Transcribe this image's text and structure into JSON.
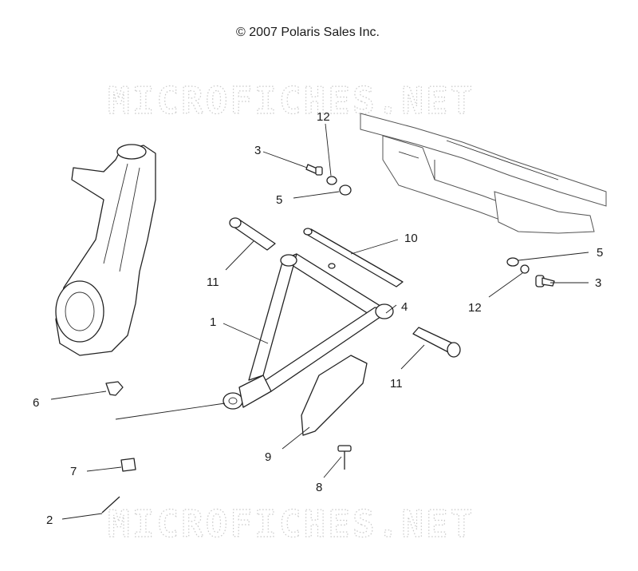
{
  "header": {
    "copyright": "© 2007 Polaris Sales Inc."
  },
  "watermark": {
    "text": "MICROFICHES.NET"
  },
  "callouts": [
    {
      "id": "c1",
      "text": "1"
    },
    {
      "id": "c2",
      "text": "2"
    },
    {
      "id": "c3a",
      "text": "3"
    },
    {
      "id": "c3b",
      "text": "3"
    },
    {
      "id": "c4",
      "text": "4"
    },
    {
      "id": "c5a",
      "text": "5"
    },
    {
      "id": "c5b",
      "text": "5"
    },
    {
      "id": "c6",
      "text": "6"
    },
    {
      "id": "c7",
      "text": "7"
    },
    {
      "id": "c8",
      "text": "8"
    },
    {
      "id": "c9",
      "text": "9"
    },
    {
      "id": "c10",
      "text": "10"
    },
    {
      "id": "c11a",
      "text": "11"
    },
    {
      "id": "c11b",
      "text": "11"
    },
    {
      "id": "c12a",
      "text": "12"
    },
    {
      "id": "c12b",
      "text": "12"
    }
  ]
}
